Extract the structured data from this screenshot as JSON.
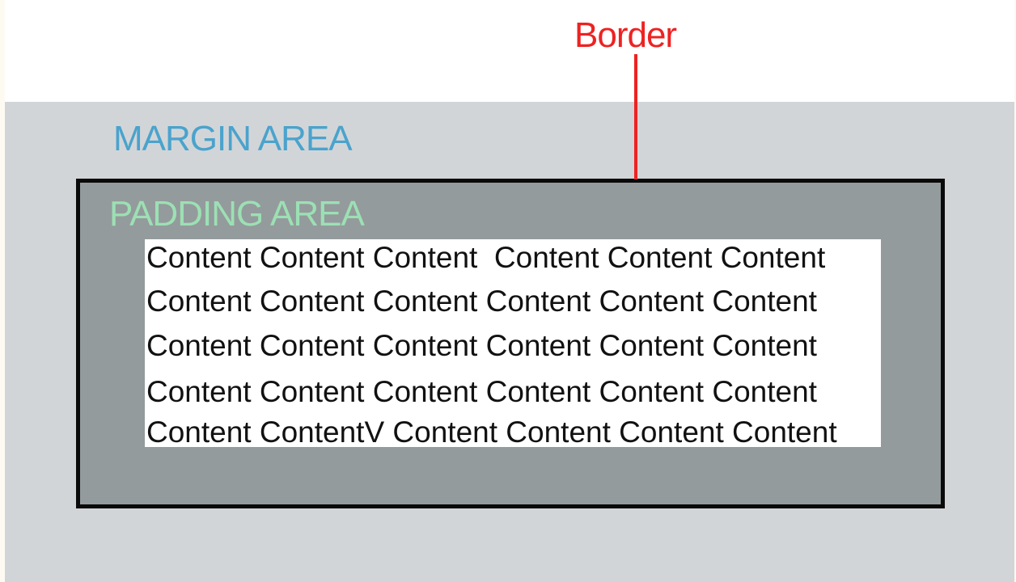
{
  "labels": {
    "border": "Border",
    "margin_area": "MARGIN AREA",
    "padding_area": "PADDING AREA"
  },
  "content_lines": [
    "Content Content Content  Content Content Content",
    "Content Content Content Content Content Content",
    "Content Content Content Content Content Content",
    "Content Content Content Content Content Content",
    "Content ContentV Content Content Content Content"
  ],
  "colors": {
    "margin_fill": "#d2d5d8",
    "padding_fill": "#949b9c",
    "content_fill": "#ffffff",
    "border_stroke": "#0a0a0a",
    "border_label": "#ee2222",
    "margin_label": "#4aa3cc",
    "padding_label": "#9ce0b4"
  }
}
